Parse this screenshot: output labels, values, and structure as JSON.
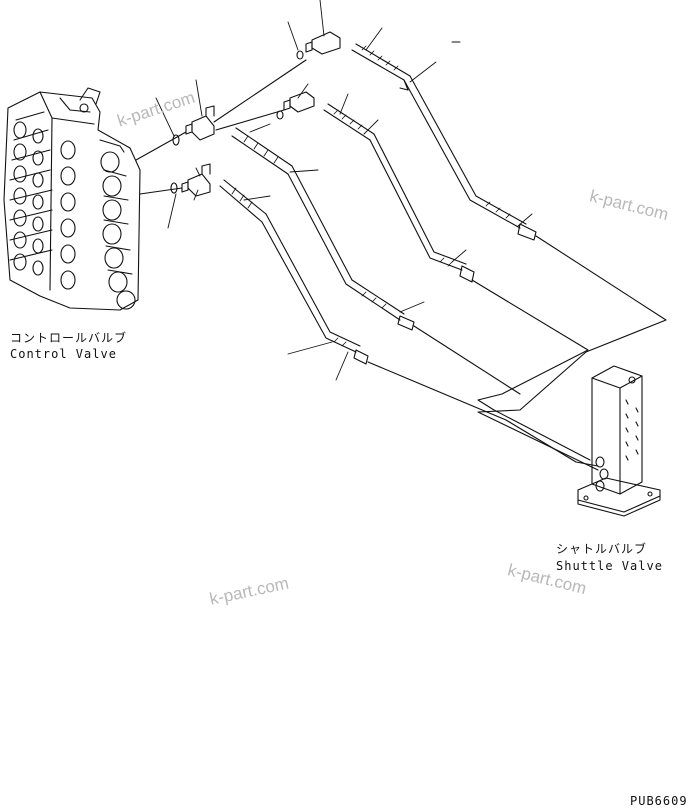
{
  "labels": {
    "control_valve_jp": "コントロールバルブ",
    "control_valve_en": "Control Valve",
    "shuttle_valve_jp": "シャトルバルブ",
    "shuttle_valve_en": "Shuttle Valve",
    "drawing_code": "PUB6609"
  },
  "watermark": "k-part.com",
  "colors": {
    "line": "#111111",
    "watermark": "#b8b8b8",
    "background": "#ffffff"
  }
}
